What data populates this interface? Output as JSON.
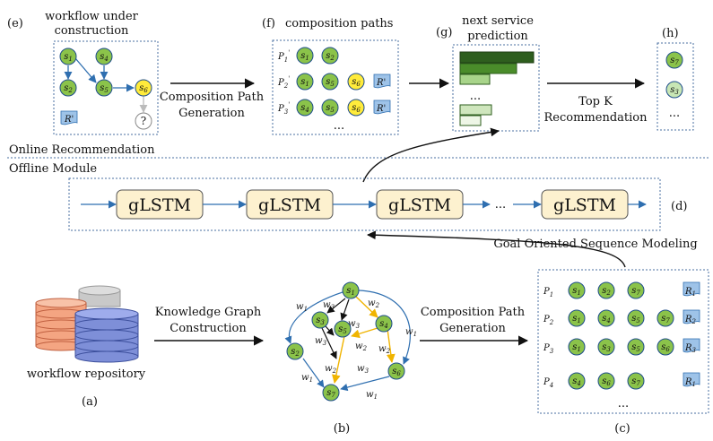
{
  "panels": {
    "e": {
      "tag": "(e)",
      "title_line1": "workflow under",
      "title_line2": "construction",
      "unknown": "?",
      "r_prime": "R'"
    },
    "f": {
      "tag": "(f)",
      "title": "composition paths",
      "ellipsis": "..."
    },
    "g": {
      "tag": "(g)",
      "title_line1": "next service",
      "title_line2": "prediction",
      "ellipsis": "..."
    },
    "h": {
      "tag": "(h)",
      "ellipsis": "..."
    },
    "d": {
      "tag": "(d)",
      "cell_label": "gLSTM",
      "ellipsis": "...",
      "caption": "Goal Oriented Sequence Modeling"
    },
    "a": {
      "tag": "(a)",
      "caption": "workflow repository"
    },
    "b": {
      "tag": "(b)"
    },
    "c": {
      "tag": "(c)",
      "ellipsis": "..."
    }
  },
  "arrows": {
    "cpg_top_line1": "Composition Path",
    "cpg_top_line2": "Generation",
    "topk_line1": "Top K",
    "topk_line2": "Recommendation",
    "kg_line1": "Knowledge Graph",
    "kg_line2": "Construction",
    "cpg_bottom_line1": "Composition Path",
    "cpg_bottom_line2": "Generation"
  },
  "sections": {
    "online": "Online Recommendation",
    "offline": "Offline Module"
  },
  "colors": {
    "node_green": "#8bc34a",
    "node_yellow": "#ffeb3b",
    "arrow_blue": "#2f6fb0",
    "glstm_fill": "#fdf1cf",
    "edge_gold": "#f0b400"
  }
}
